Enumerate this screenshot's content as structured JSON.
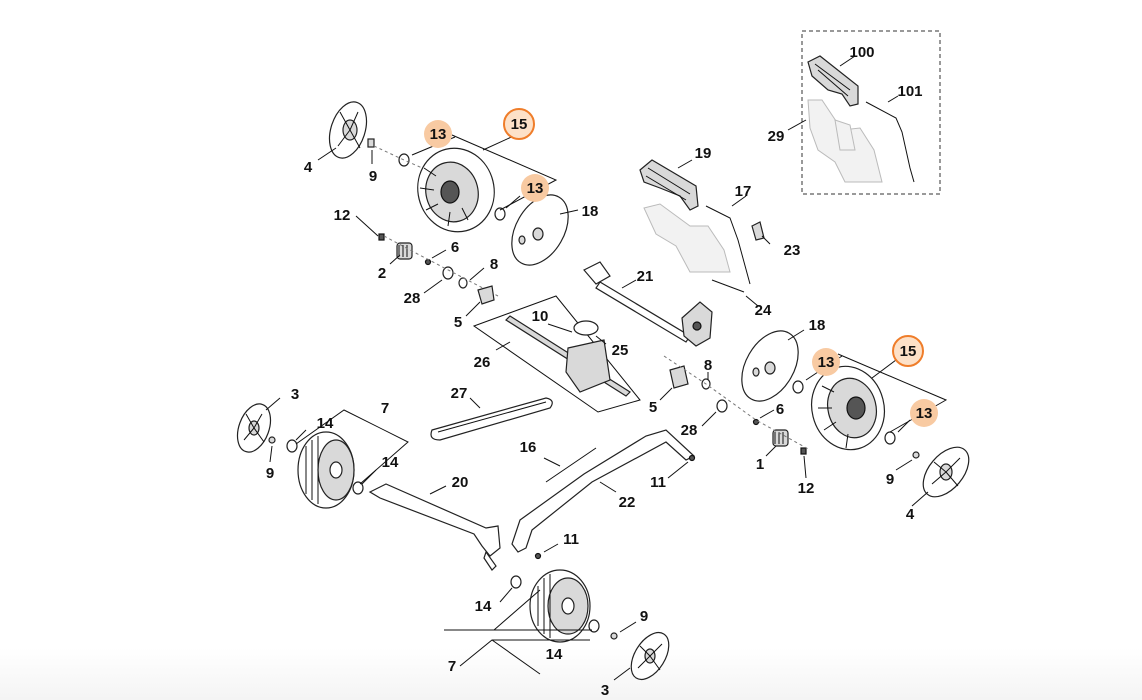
{
  "colors": {
    "highlight_fill": "#f8caa2",
    "highlight_ring": "#ef7d2a"
  },
  "highlighted_parts": [
    "13",
    "15"
  ],
  "callouts": [
    {
      "id": "c1",
      "text": "13",
      "highlight": "fill"
    },
    {
      "id": "c2",
      "text": "15",
      "highlight": "ring"
    },
    {
      "id": "c3",
      "text": "13",
      "highlight": "fill"
    },
    {
      "id": "c4",
      "text": "4",
      "highlight": "none"
    },
    {
      "id": "c5",
      "text": "9",
      "highlight": "none"
    },
    {
      "id": "c6",
      "text": "12",
      "highlight": "none"
    },
    {
      "id": "c7",
      "text": "6",
      "highlight": "none"
    },
    {
      "id": "c8",
      "text": "2",
      "highlight": "none"
    },
    {
      "id": "c9",
      "text": "28",
      "highlight": "none"
    },
    {
      "id": "c10",
      "text": "8",
      "highlight": "none"
    },
    {
      "id": "c11",
      "text": "18",
      "highlight": "none"
    },
    {
      "id": "c12",
      "text": "5",
      "highlight": "none"
    },
    {
      "id": "c13",
      "text": "10",
      "highlight": "none"
    },
    {
      "id": "c14",
      "text": "25",
      "highlight": "none"
    },
    {
      "id": "c15",
      "text": "26",
      "highlight": "none"
    },
    {
      "id": "c16",
      "text": "21",
      "highlight": "none"
    },
    {
      "id": "c17",
      "text": "19",
      "highlight": "none"
    },
    {
      "id": "c18",
      "text": "17",
      "highlight": "none"
    },
    {
      "id": "c19",
      "text": "23",
      "highlight": "none"
    },
    {
      "id": "c20",
      "text": "24",
      "highlight": "none"
    },
    {
      "id": "c21",
      "text": "100",
      "highlight": "none"
    },
    {
      "id": "c22",
      "text": "101",
      "highlight": "none"
    },
    {
      "id": "c23",
      "text": "29",
      "highlight": "none"
    },
    {
      "id": "c24",
      "text": "18",
      "highlight": "none"
    },
    {
      "id": "c25",
      "text": "13",
      "highlight": "fill"
    },
    {
      "id": "c26",
      "text": "15",
      "highlight": "ring"
    },
    {
      "id": "c27",
      "text": "13",
      "highlight": "fill"
    },
    {
      "id": "c28",
      "text": "8",
      "highlight": "none"
    },
    {
      "id": "c29",
      "text": "5",
      "highlight": "none"
    },
    {
      "id": "c30",
      "text": "28",
      "highlight": "none"
    },
    {
      "id": "c31",
      "text": "6",
      "highlight": "none"
    },
    {
      "id": "c32",
      "text": "1",
      "highlight": "none"
    },
    {
      "id": "c33",
      "text": "12",
      "highlight": "none"
    },
    {
      "id": "c34",
      "text": "9",
      "highlight": "none"
    },
    {
      "id": "c35",
      "text": "4",
      "highlight": "none"
    },
    {
      "id": "c36",
      "text": "27",
      "highlight": "none"
    },
    {
      "id": "c37",
      "text": "3",
      "highlight": "none"
    },
    {
      "id": "c38",
      "text": "14",
      "highlight": "none"
    },
    {
      "id": "c39",
      "text": "7",
      "highlight": "none"
    },
    {
      "id": "c40",
      "text": "9",
      "highlight": "none"
    },
    {
      "id": "c41",
      "text": "14",
      "highlight": "none"
    },
    {
      "id": "c42",
      "text": "16",
      "highlight": "none"
    },
    {
      "id": "c43",
      "text": "20",
      "highlight": "none"
    },
    {
      "id": "c44",
      "text": "11",
      "highlight": "none"
    },
    {
      "id": "c45",
      "text": "22",
      "highlight": "none"
    },
    {
      "id": "c46",
      "text": "11",
      "highlight": "none"
    },
    {
      "id": "c47",
      "text": "14",
      "highlight": "none"
    },
    {
      "id": "c48",
      "text": "9",
      "highlight": "none"
    },
    {
      "id": "c49",
      "text": "7",
      "highlight": "none"
    },
    {
      "id": "c50",
      "text": "14",
      "highlight": "none"
    },
    {
      "id": "c51",
      "text": "3",
      "highlight": "none"
    }
  ]
}
